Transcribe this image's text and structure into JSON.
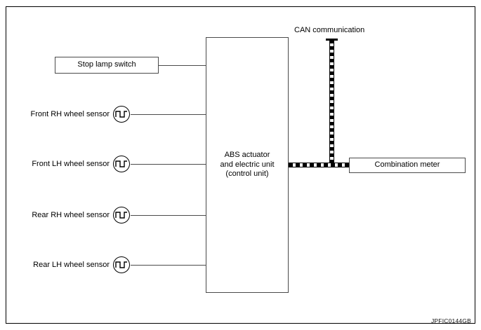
{
  "diagram": {
    "title_code": "JPFIC0144GB",
    "can_label": "CAN communication",
    "boxes": {
      "stop_lamp_switch": "Stop lamp switch",
      "combination_meter": "Combination meter",
      "abs_unit_line1": "ABS actuator",
      "abs_unit_line2": "and electric unit",
      "abs_unit_line3": "(control unit)"
    },
    "sensors": [
      {
        "label": "Front RH wheel sensor",
        "icon": "pulse-waveform-icon"
      },
      {
        "label": "Front LH wheel sensor",
        "icon": "pulse-waveform-icon"
      },
      {
        "label": "Rear RH wheel sensor",
        "icon": "pulse-waveform-icon"
      },
      {
        "label": "Rear LH wheel sensor",
        "icon": "pulse-waveform-icon"
      }
    ],
    "colors": {
      "line": "#4a4a4a",
      "frame": "#000000",
      "bus": "#000000",
      "background": "#ffffff"
    }
  }
}
